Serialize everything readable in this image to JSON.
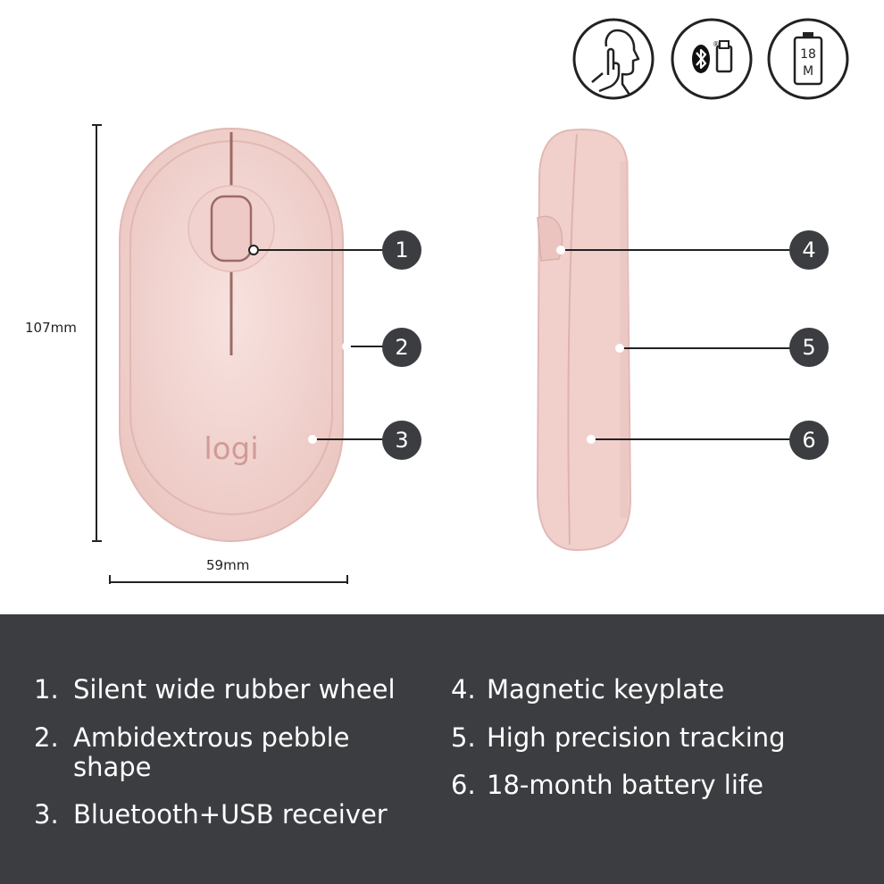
{
  "icons": [
    {
      "name": "silent-click-icon"
    },
    {
      "name": "bluetooth-usb-icon",
      "registered_mark": "®"
    },
    {
      "name": "battery-18m-icon",
      "top": "18",
      "bottom": "M"
    }
  ],
  "dimensions": {
    "height": "107mm",
    "width": "59mm"
  },
  "product": {
    "logo": "logi",
    "color": "#f3d6d3"
  },
  "callouts": [
    "1",
    "2",
    "3",
    "4",
    "5",
    "6"
  ],
  "features": {
    "left": [
      {
        "num": "1.",
        "text": "Silent wide rubber wheel"
      },
      {
        "num": "2.",
        "text": "Ambidextrous pebble shape"
      },
      {
        "num": "3.",
        "text": "Bluetooth+USB receiver"
      }
    ],
    "right": [
      {
        "num": "4.",
        "text": "Magnetic keyplate"
      },
      {
        "num": "5.",
        "text": "High precision tracking"
      },
      {
        "num": "6.",
        "text": "18-month battery life"
      }
    ]
  },
  "colors": {
    "panel": "#3b3d40",
    "product": "#f3d6d3",
    "text_on_panel": "#ffffff"
  }
}
